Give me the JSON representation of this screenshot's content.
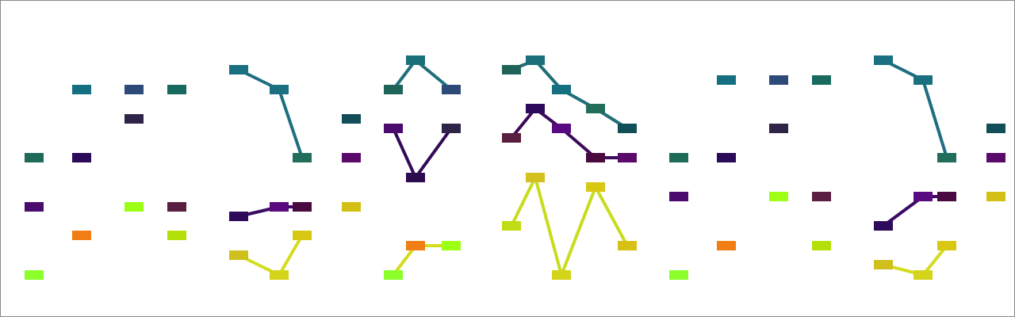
{
  "chart_data": {
    "type": "line",
    "description_note": "",
    "panels": [
      {
        "id": "panel-1",
        "connected": false,
        "groups": [
          {
            "color": "#2a9d8f",
            "points": []
          }
        ],
        "markers": [
          {
            "color": "#1e6b5a"
          },
          {
            "color": "#4b0a6e"
          },
          {
            "color": "#8aff2a"
          },
          {
            "color": "#147080"
          },
          {
            "color": "#2b0a5a"
          },
          {
            "color": "#f07e14"
          },
          {
            "color": "#2e4a78"
          },
          {
            "color": "#2e2448"
          },
          {
            "color": "#9cff14"
          },
          {
            "color": "#186a5e"
          },
          {
            "color": "#5a1e40"
          },
          {
            "color": "#b4e00a"
          }
        ]
      },
      {
        "id": "panel-2",
        "connected": true,
        "series": [
          {
            "color": "#1f6e80",
            "values": [
              3,
              2.5,
              1.5
            ]
          },
          {
            "color": "#3c0a64",
            "values": [
              1.0,
              1.3,
              1.3
            ]
          },
          {
            "color": "#d4dc1e",
            "values": [
              0.4,
              0.3,
              0.5
            ]
          }
        ],
        "marker_colors": [
          [
            "#1a7080",
            "#1a7080",
            "#226e5a"
          ],
          [
            "#2e0a5a",
            "#5a0a80",
            "#4a0a40"
          ],
          [
            "#d0c01e",
            "#d4d41a",
            "#d8c814"
          ]
        ]
      },
      {
        "id": "panel-3",
        "connected": true,
        "series": [
          {
            "color": "#1f6e78",
            "values": [
              2,
              3,
              2
            ]
          },
          {
            "color": "#320a58",
            "values": [
              1.5,
              0.5,
              1.5
            ]
          },
          {
            "color": "#d4dc1e",
            "values": [
              0.3,
              0.5,
              0.5
            ]
          }
        ],
        "marker_colors": [
          [
            "#1e6458",
            "#1a7078",
            "#2e4a78"
          ],
          [
            "#4a0a6e",
            "#2b0a4e",
            "#2e2448"
          ],
          [
            "#8aff2a",
            "#f07e14",
            "#9cff14"
          ]
        ]
      },
      {
        "id": "panel-4",
        "connected": true,
        "series": [
          {
            "color": "#1f6e78",
            "values": [
              3,
              3.2,
              2.5,
              2.2,
              1.8
            ]
          },
          {
            "color": "#3c0a5a",
            "values": [
              1.3,
              2.0,
              1.8,
              1.3,
              1.3
            ]
          },
          {
            "color": "#c8dc1e",
            "values": [
              0.5,
              1.2,
              0.2,
              1.1,
              0.5
            ]
          }
        ]
      },
      {
        "id": "panel-5",
        "connected": false,
        "markers": [
          {
            "color": "#1e6b5a"
          },
          {
            "color": "#4b0a6e"
          },
          {
            "color": "#8aff2a"
          },
          {
            "color": "#147080"
          },
          {
            "color": "#2b0a5a"
          },
          {
            "color": "#f07e14"
          },
          {
            "color": "#2e4a78"
          },
          {
            "color": "#2e2448"
          },
          {
            "color": "#9cff14"
          },
          {
            "color": "#186a5e"
          },
          {
            "color": "#5a1e40"
          },
          {
            "color": "#b4e00a"
          }
        ]
      },
      {
        "id": "panel-6",
        "connected": true,
        "series": [
          {
            "color": "#1f6e80",
            "values": [
              3,
              2.5,
              1.5
            ]
          },
          {
            "color": "#3c0a64",
            "values": [
              1.0,
              1.3,
              1.3
            ]
          },
          {
            "color": "#d4dc1e",
            "values": [
              0.4,
              0.3,
              0.5
            ]
          }
        ]
      }
    ]
  }
}
